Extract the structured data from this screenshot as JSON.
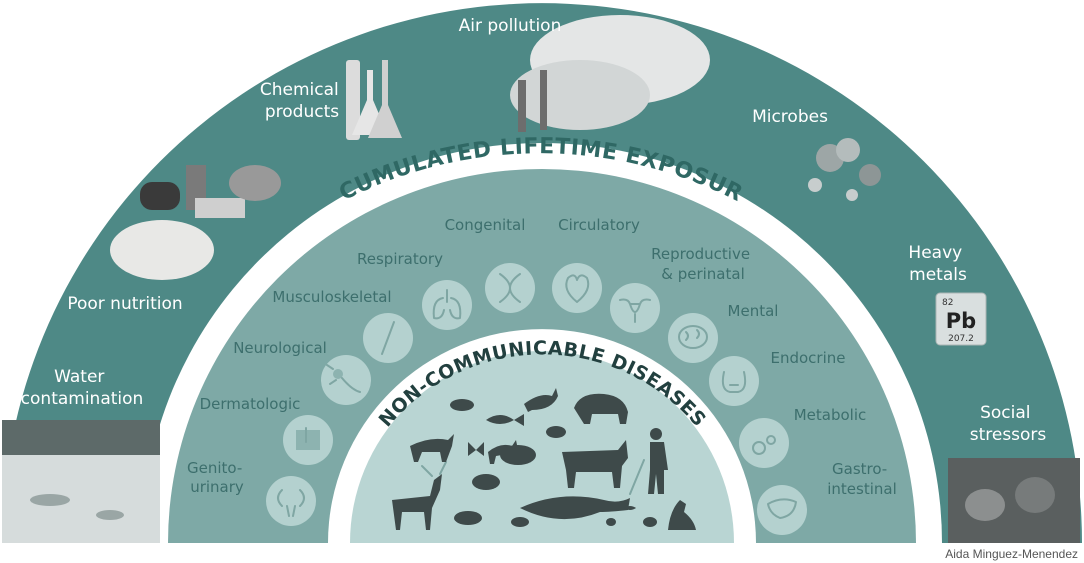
{
  "outer_ring": {
    "title": "ACCUMULATED LIFETIME EXPOSURES",
    "exposures": {
      "water": [
        "Water",
        "contamination"
      ],
      "nutrition": [
        "Poor nutrition"
      ],
      "chemical": [
        "Chemical",
        "products"
      ],
      "air": [
        "Air pollution"
      ],
      "microbes": [
        "Microbes"
      ],
      "metals": [
        "Heavy",
        "metals"
      ],
      "social": [
        "Social",
        "stressors"
      ]
    },
    "element_tile": {
      "number": "82",
      "symbol": "Pb",
      "mass": "207.2"
    }
  },
  "middle_ring": {
    "diseases": {
      "genito": [
        "Genito-",
        "urinary"
      ],
      "dermatologic": [
        "Dermatologic"
      ],
      "neurological": [
        "Neurological"
      ],
      "musculoskeletal": [
        "Musculoskeletal"
      ],
      "respiratory": [
        "Respiratory"
      ],
      "congenital": [
        "Congenital"
      ],
      "circulatory": [
        "Circulatory"
      ],
      "reproductive": [
        "Reproductive",
        "& perinatal"
      ],
      "mental": [
        "Mental"
      ],
      "endocrine": [
        "Endocrine"
      ],
      "metabolic": [
        "Metabolic"
      ],
      "gastro": [
        "Gastro-",
        "intestinal"
      ]
    }
  },
  "inner_ring": {
    "title": "NON-COMMUNICABLE DISEASES"
  },
  "credit": "Aida Minguez-Menendez",
  "colors": {
    "outer": "#4e8986",
    "middle": "#7ea9a6",
    "inner": "#b9d5d3",
    "white_band": "#ffffff"
  }
}
